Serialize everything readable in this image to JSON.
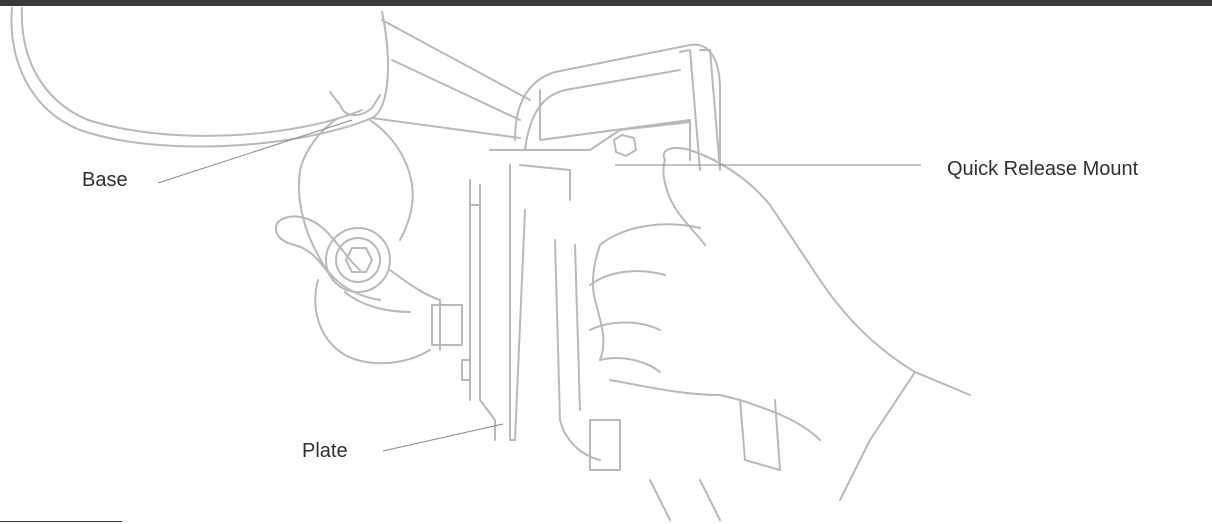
{
  "colors": {
    "header_bar": "#3a3a3a",
    "line_art": "#b9b9b9",
    "leader_line": "#8a8a8a",
    "label_text": "#2f2f2f",
    "bottom_rule": "#333333"
  },
  "callouts": {
    "base": "Base",
    "plate": "Plate",
    "quick_release_mount": "Quick Release Mount"
  }
}
